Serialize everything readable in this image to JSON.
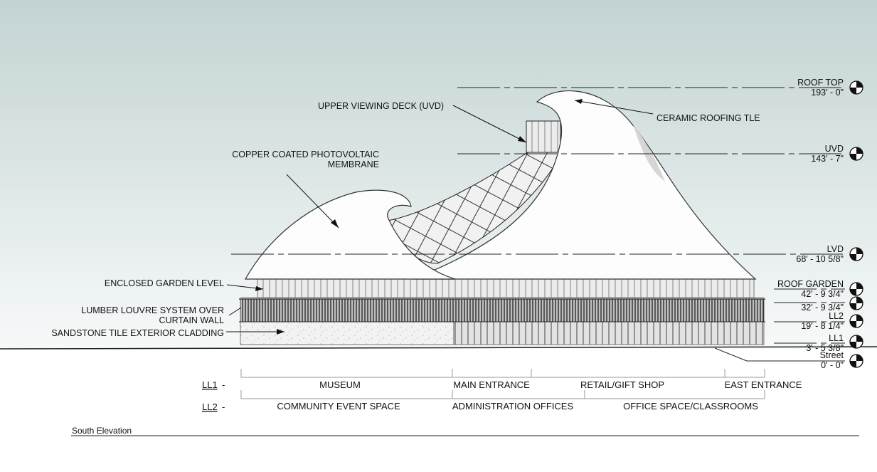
{
  "annotations": {
    "upper_viewing_deck": "UPPER VIEWING DECK (UVD)",
    "ceramic_roofing": "CERAMIC ROOFING TLE",
    "copper_line1": "COPPER COATED PHOTOVOLTAIC",
    "copper_line2": "MEMBRANE",
    "enclosed_garden": "ENCLOSED GARDEN LEVEL",
    "lumber_line1": "LUMBER LOUVRE SYSTEM OVER",
    "lumber_line2": "CURTAIN WALL",
    "sandstone": "SANDSTONE TILE EXTERIOR CLADDING"
  },
  "levels": [
    {
      "name": "ROOF TOP",
      "elevation": "193' - 0\""
    },
    {
      "name": "UVD",
      "elevation": "143' - 7\""
    },
    {
      "name": "LVD",
      "elevation": "68' - 10 5/8\""
    },
    {
      "name": "ROOF GARDEN",
      "elevation": "42' - 9 3/4\""
    },
    {
      "name": "",
      "elevation": "32' - 9 3/4\""
    },
    {
      "name": "LL2",
      "elevation": "19' - 8 1/4\""
    },
    {
      "name": "LL1",
      "elevation": "3' - 5 3/8\""
    },
    {
      "name": "Street",
      "elevation": "0' - 0\""
    }
  ],
  "program": {
    "ll1_label": "LL1",
    "ll2_label": "LL2",
    "dash": "-",
    "ll1": [
      "MUSEUM",
      "MAIN ENTRANCE",
      "RETAIL/GIFT SHOP",
      "EAST ENTRANCE"
    ],
    "ll2": [
      "COMMUNITY EVENT SPACE",
      "ADMINISTRATION OFFICES",
      "OFFICE SPACE/CLASSROOMS"
    ]
  },
  "caption": "South Elevation",
  "colors": {
    "sky_top": "#c3d3d3",
    "sky_bottom": "#f7f9f9",
    "roof": "#fdfdfd",
    "ink": "#111111"
  }
}
